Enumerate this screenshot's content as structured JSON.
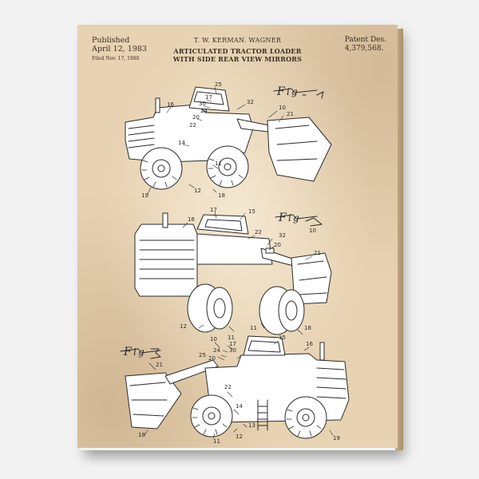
{
  "header": {
    "published_label": "Published",
    "published_date": "April 12, 1983",
    "filed": "Filed Nov. 17, 1980",
    "inventors": "T. W. KERMAN. WAGNER",
    "title_line1": "ARTICULATED TRACTOR LOADER",
    "title_line2": "WITH SIDE REAR VIEW MIRRORS",
    "patent_label": "Patent Des.",
    "patent_number": "4,379,568."
  },
  "figures": [
    {
      "label": "Fig-1",
      "callouts": [
        "25",
        "17",
        "30",
        "24",
        "20",
        "22",
        "16",
        "32",
        "10",
        "21",
        "14",
        "11",
        "12",
        "18",
        "19"
      ]
    },
    {
      "label": "Fig-2",
      "callouts": [
        "17",
        "15",
        "16",
        "22",
        "32",
        "10",
        "20",
        "21",
        "12",
        "11",
        "18"
      ]
    },
    {
      "label": "Fig-3",
      "callouts": [
        "10",
        "17",
        "30",
        "24",
        "25",
        "20",
        "15",
        "16",
        "21",
        "22",
        "14",
        "13",
        "12",
        "11",
        "18",
        "19"
      ]
    }
  ],
  "colors": {
    "paper": "#e7d2b1",
    "ink": "#2a2a2a",
    "machine_fill": "#ffffff"
  }
}
